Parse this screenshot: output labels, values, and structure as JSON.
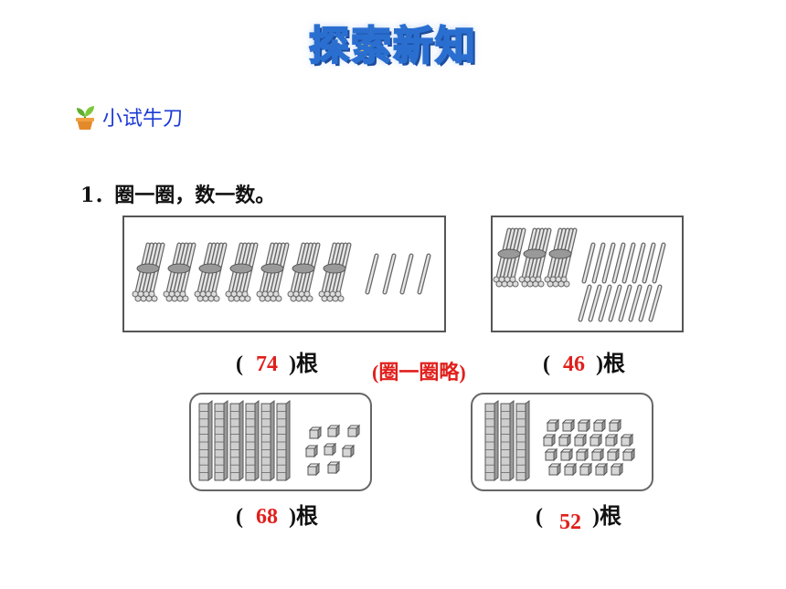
{
  "page": {
    "title": "探索新知",
    "section_label": "小试牛刀",
    "question": "1．圈一圈，数一数。",
    "circle_note": "(圈一圈略)",
    "answers": [
      {
        "open": "(",
        "value": "74",
        "close": ")根"
      },
      {
        "open": "(",
        "value": "46",
        "close": ")根"
      },
      {
        "open": "(",
        "value": "68",
        "close": ")根"
      },
      {
        "open": "(",
        "value": "52",
        "close": ")根"
      }
    ]
  },
  "colors": {
    "title_fill": "#f2d43a",
    "title_outline": "#2a6fd0",
    "section_text": "#1c3bd6",
    "answer_red": "#e0201c"
  },
  "figures": {
    "sticks_a": {
      "bundles": 7,
      "singles": 4
    },
    "sticks_b": {
      "bundles": 3,
      "singles": 16
    },
    "blocks_a": {
      "rods": 6,
      "cubes": 8
    },
    "blocks_b": {
      "rods": 3,
      "cubes": 22
    }
  },
  "icons": {
    "section": "sprout-pot-icon"
  }
}
